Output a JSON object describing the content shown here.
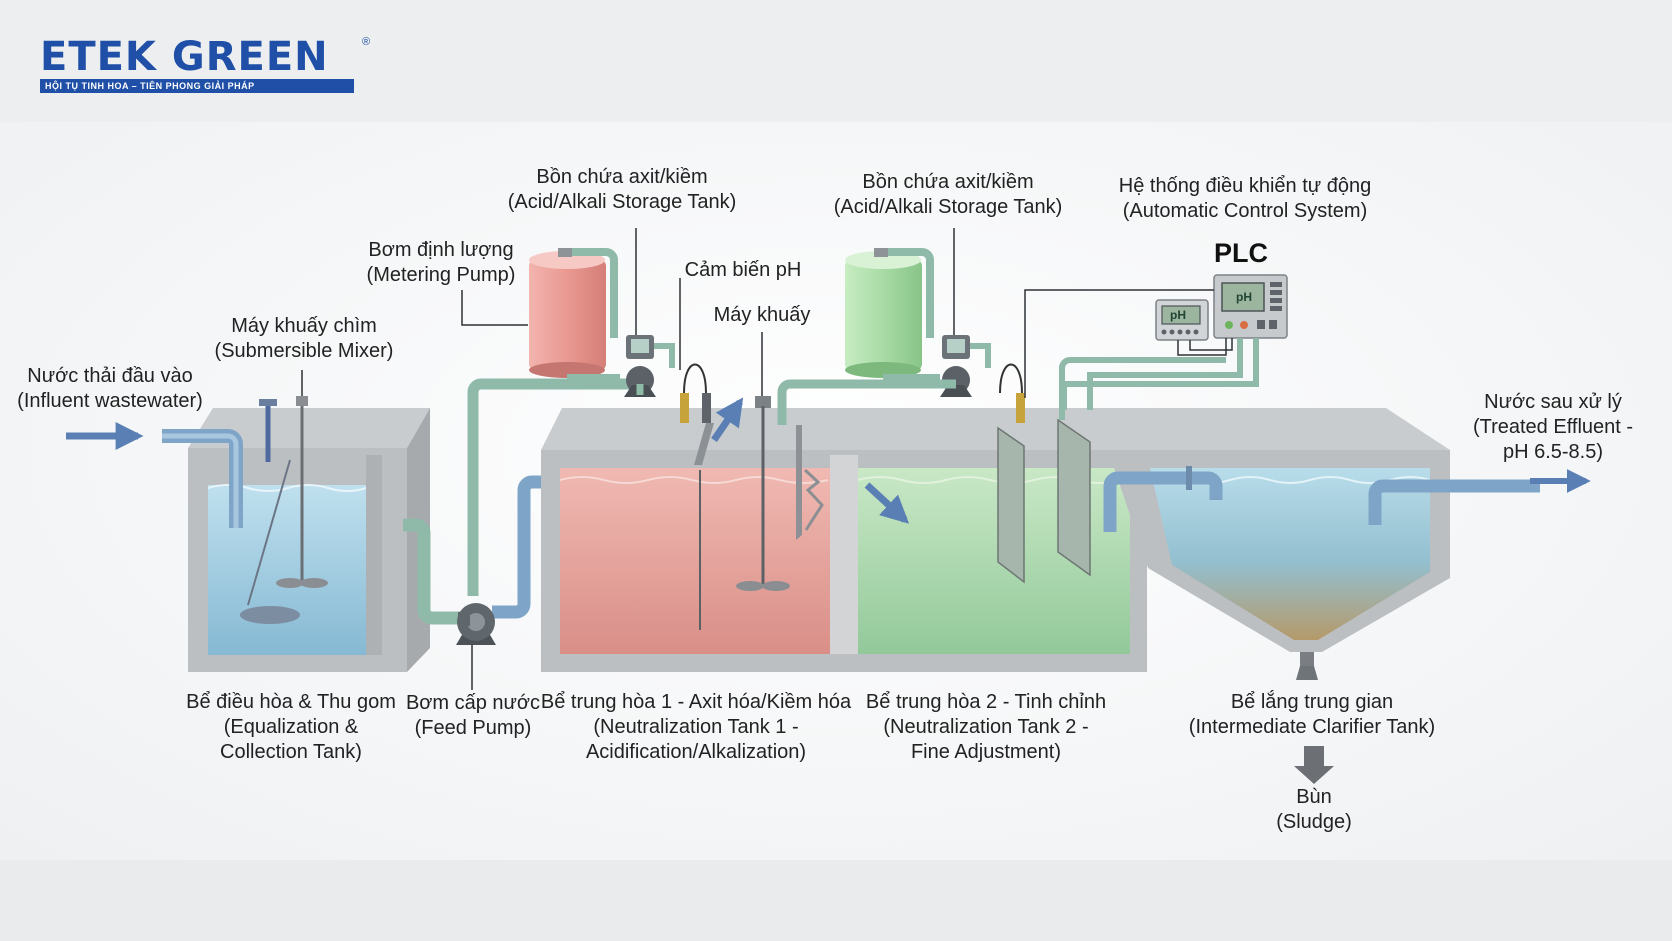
{
  "brand": {
    "name": "ETEK GREEN",
    "registered": "®",
    "tagline": "HỘI TỤ TINH HOA – TIÊN PHONG GIẢI PHÁP"
  },
  "labels": {
    "influent": [
      "Nước thải đầu vào",
      "(Influent wastewater)"
    ],
    "mixer_sub": [
      "Máy khuấy chìm",
      "(Submersible Mixer)"
    ],
    "metering_pump": [
      "Bơm định lượng",
      "(Metering Pump)"
    ],
    "acid_tank_1": [
      "Bồn chứa axit/kiềm",
      "(Acid/Alkali Storage Tank)"
    ],
    "ph_sensor": [
      "Cảm biến pH"
    ],
    "mixer": [
      "Máy khuấy"
    ],
    "acid_tank_2": [
      "Bồn chứa axit/kiềm",
      "(Acid/Alkali Storage Tank)"
    ],
    "control": [
      "Hệ thống điều khiển tự động",
      "(Automatic Control System)"
    ],
    "plc": "PLC",
    "effluent": [
      "Nước sau xử lý",
      "(Treated Effluent -",
      "pH 6.5-8.5)"
    ],
    "equalization": [
      "Bể điều hòa & Thu gom",
      "(Equalization &",
      "Collection Tank)"
    ],
    "feed_pump": [
      "Bơm cấp nước",
      "(Feed Pump)"
    ],
    "neutral_1": [
      "Bể trung hòa 1 - Axit hóa/Kiềm hóa",
      "(Neutralization Tank 1 -",
      "Acidification/Alkalization)"
    ],
    "neutral_2": [
      "Bể trung hòa 2 - Tinh chỉnh",
      "(Neutralization Tank 2 -",
      "Fine Adjustment)"
    ],
    "clarifier": [
      "Bể lắng trung gian",
      "(Intermediate Clarifier Tank)"
    ],
    "sludge": [
      "Bùn",
      "(Sludge)"
    ],
    "ph_display": "pH"
  },
  "colors": {
    "brand_blue": "#1f4fa6",
    "pipe_green": "#8fb9a9",
    "pipe_blue": "#7ea5c8",
    "water_blue": "#a9d3e6",
    "water_red": "#e7a8a2",
    "water_green": "#b3ddb6",
    "tank_gray": "#b9bcbf",
    "tank_red": "#e88f88",
    "tank_green": "#9fd69d"
  }
}
